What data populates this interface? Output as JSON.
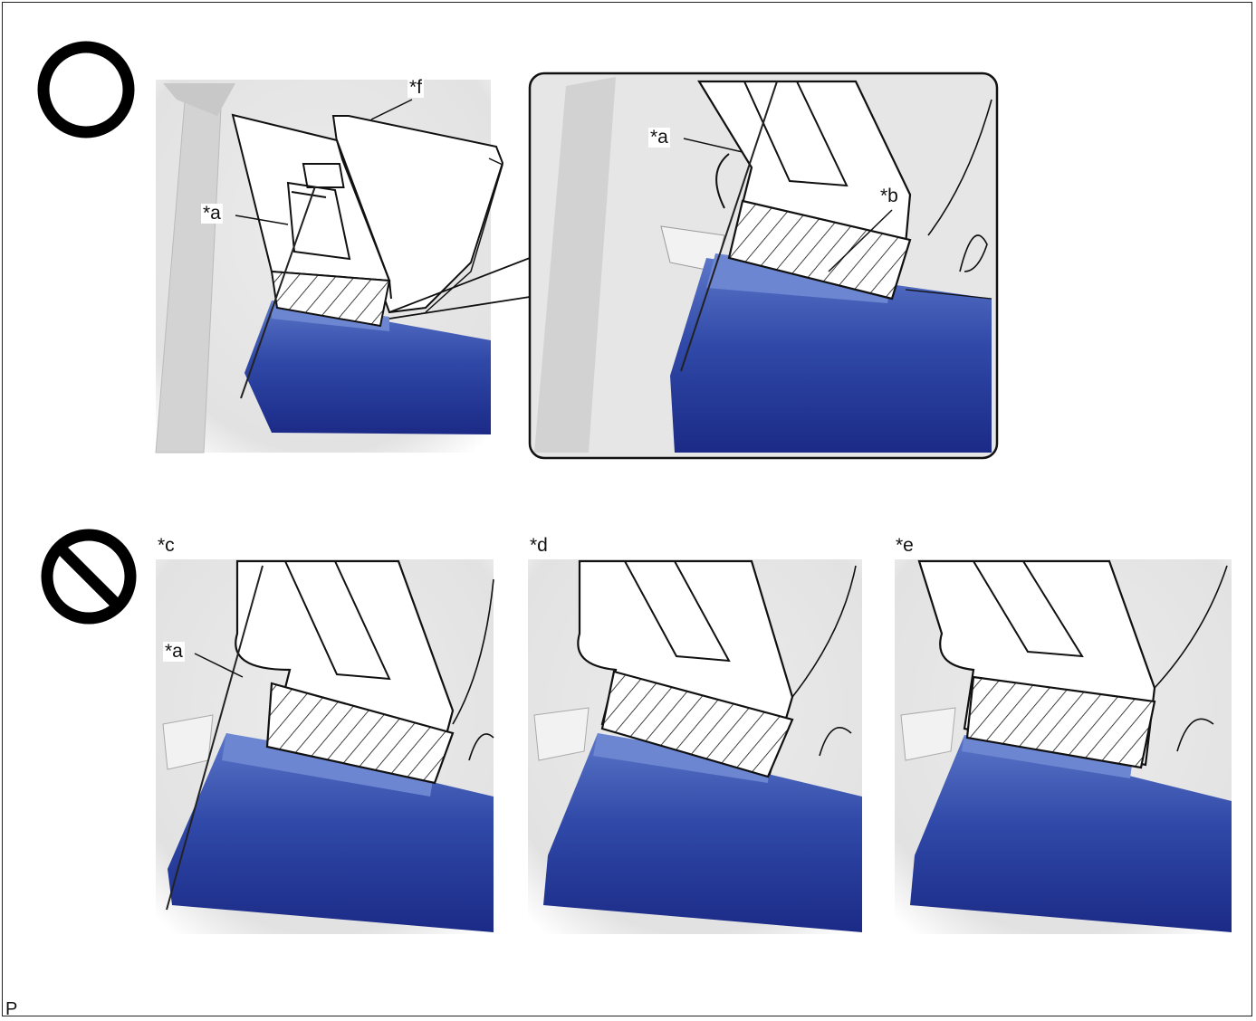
{
  "labels": {
    "top_left_f": "*f",
    "top_left_a": "*a",
    "zoom_a": "*a",
    "zoom_b": "*b",
    "panel_c": "*c",
    "panel_c_a": "*a",
    "panel_d": "*d",
    "panel_e": "*e"
  },
  "corner_code": "P",
  "symbols": {
    "correct": "correct-circle-icon",
    "incorrect": "prohibited-icon"
  },
  "colors": {
    "blue_light": "#5b76c8",
    "blue_dark": "#1f2f8f",
    "bg_gray": "#e4e4e4",
    "line": "#111111"
  }
}
